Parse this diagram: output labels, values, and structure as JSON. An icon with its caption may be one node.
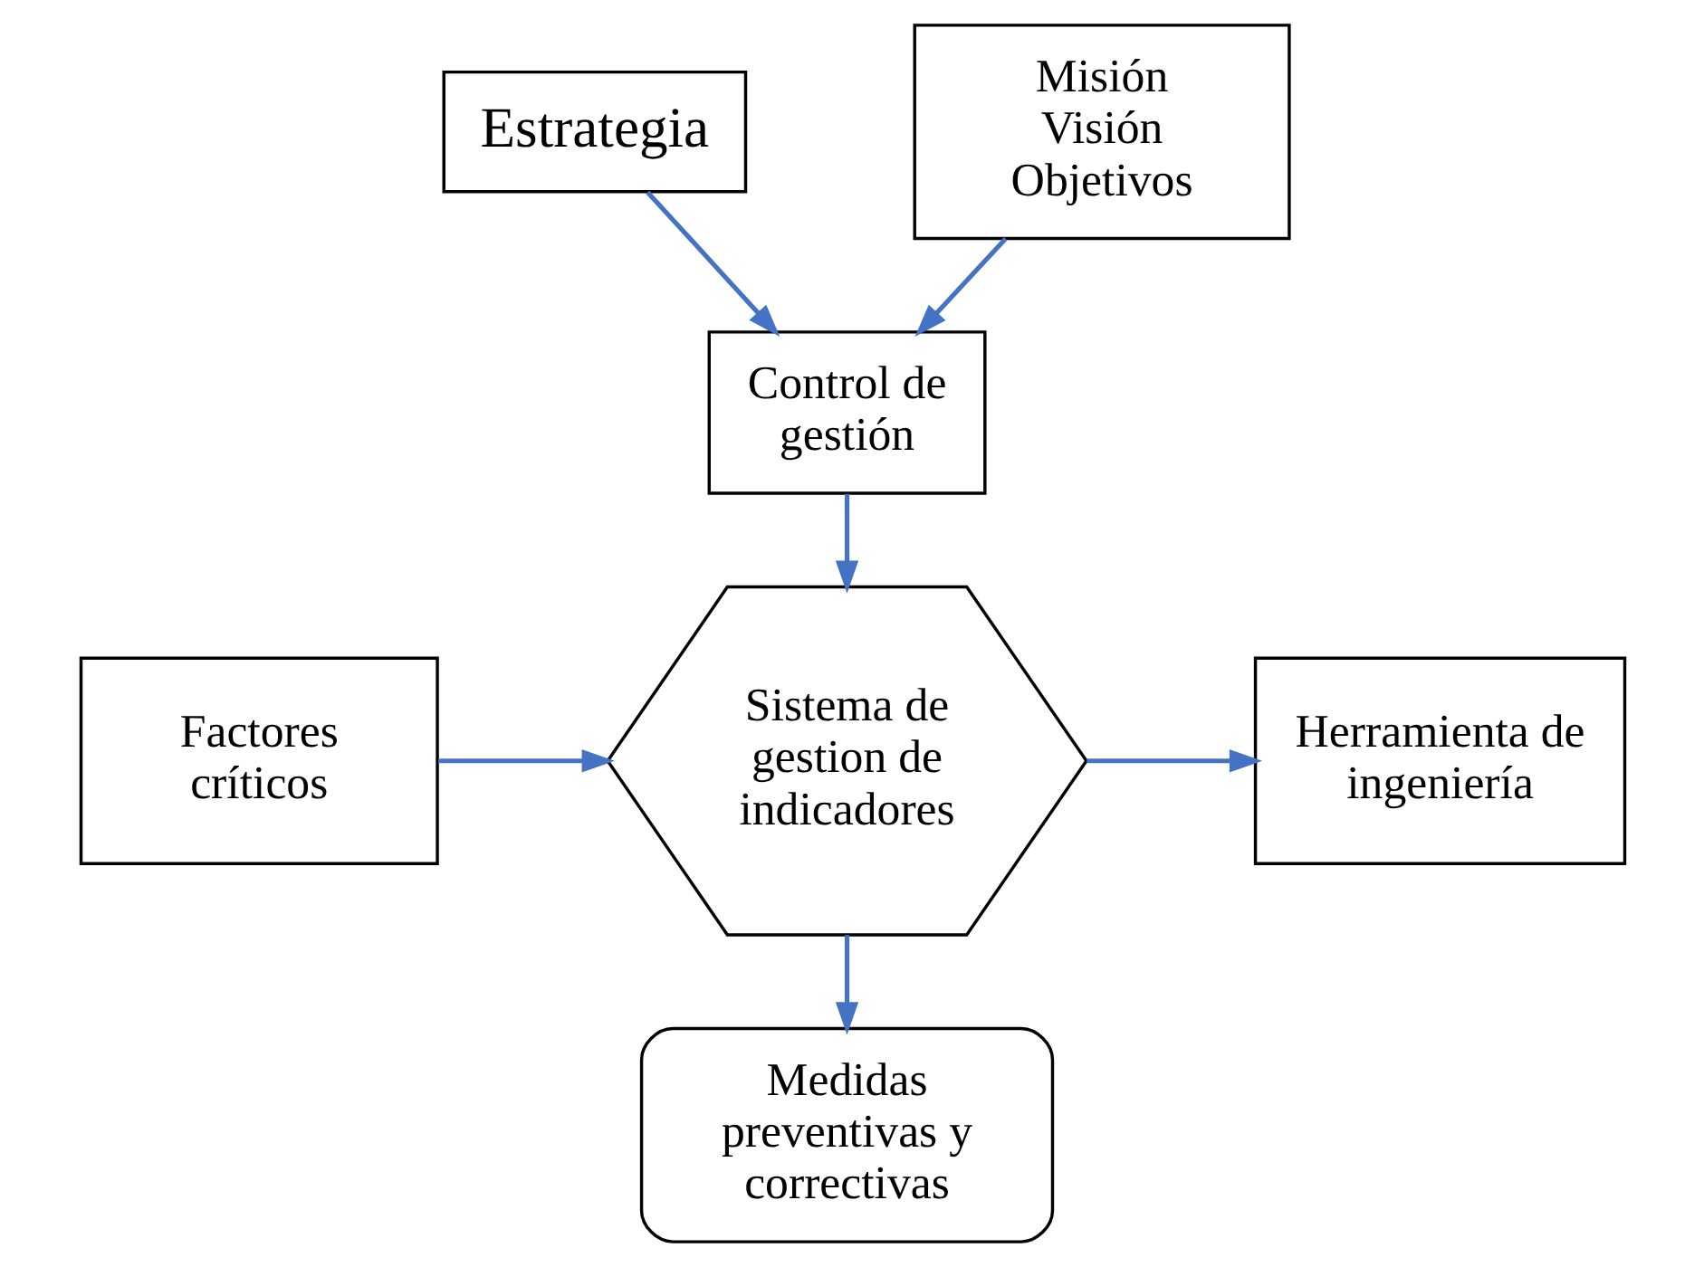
{
  "diagram": {
    "nodes": [
      {
        "text": [
          "Estrategia"
        ]
      },
      {
        "text": [
          "Misión",
          "Visión",
          "Objetivos"
        ]
      },
      {
        "text": [
          "Control de gestión"
        ]
      },
      {
        "text": [
          "Factores críticos"
        ]
      },
      {
        "text": [
          "Sistema de gestion de indicadores"
        ]
      },
      {
        "text": [
          "Herramienta de ingeniería"
        ]
      },
      {
        "text": [
          "Medidas preventivas y correctivas"
        ]
      }
    ],
    "edges": [
      {
        "from": 0,
        "to": 2,
        "arrow": "to"
      },
      {
        "from": 1,
        "to": 2,
        "arrow": "to"
      },
      {
        "from": 2,
        "to": 4,
        "arrow": "to"
      },
      {
        "from": 3,
        "to": 4,
        "arrow": "to"
      },
      {
        "from": 4,
        "to": 5,
        "arrow": "to"
      },
      {
        "from": 4,
        "to": 6,
        "arrow": "to"
      }
    ]
  }
}
